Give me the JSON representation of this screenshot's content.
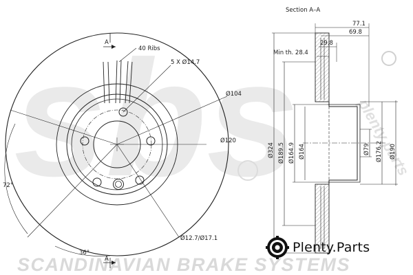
{
  "section_title": "Section A–A",
  "section_marker": "A",
  "ribs_label": "40 Ribs",
  "holes_label": "5 X Ø14.7",
  "front_dims": {
    "d104": "Ø104",
    "d120": "Ø120",
    "d_bolt": "Ø12.7/Ø17.1",
    "angle_72": "72°",
    "angle_36": "36°"
  },
  "section_dims": {
    "w77": "77.1",
    "w69": "69.8",
    "w29": "29.8",
    "min_th": "Min th. 28.4",
    "v324": "Ø324",
    "v189": "Ø189.5",
    "v164_9": "Ø164.9",
    "v164": "Ø164",
    "v79": "Ø79",
    "v176": "Ø176.2",
    "v190": "Ø190"
  },
  "watermark_text": "SCANDINAVIAN BRAKE SYSTEMS",
  "watermark_logo": "sbs",
  "watermark_side": "plenty.parts",
  "brand": {
    "name": "Plenty.Parts"
  }
}
